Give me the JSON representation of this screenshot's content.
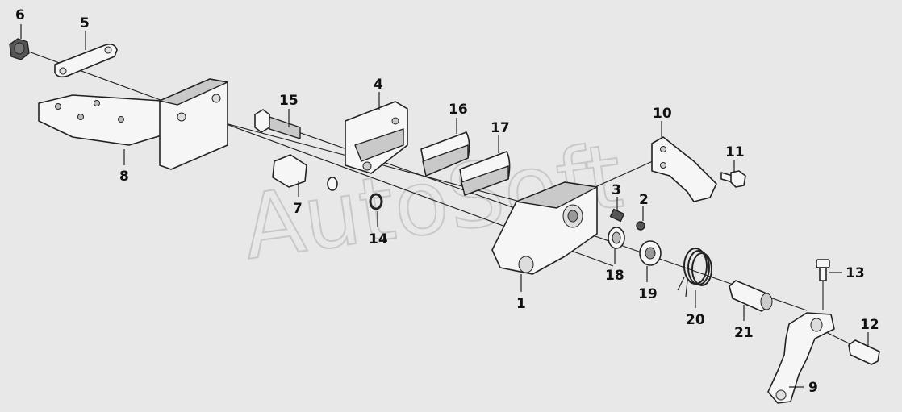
{
  "watermark": "AutoSoft",
  "parts": [
    {
      "id": "part-1",
      "label": "1"
    },
    {
      "id": "part-2",
      "label": "2"
    },
    {
      "id": "part-3",
      "label": "3"
    },
    {
      "id": "part-4",
      "label": "4"
    },
    {
      "id": "part-5",
      "label": "5"
    },
    {
      "id": "part-6",
      "label": "6"
    },
    {
      "id": "part-7",
      "label": "7"
    },
    {
      "id": "part-8",
      "label": "8"
    },
    {
      "id": "part-9",
      "label": "9"
    },
    {
      "id": "part-10",
      "label": "10"
    },
    {
      "id": "part-11",
      "label": "11"
    },
    {
      "id": "part-12",
      "label": "12"
    },
    {
      "id": "part-13",
      "label": "13"
    },
    {
      "id": "part-14",
      "label": "14"
    },
    {
      "id": "part-15",
      "label": "15"
    },
    {
      "id": "part-16",
      "label": "16"
    },
    {
      "id": "part-17",
      "label": "17"
    },
    {
      "id": "part-18",
      "label": "18"
    },
    {
      "id": "part-19",
      "label": "19"
    },
    {
      "id": "part-20",
      "label": "20"
    },
    {
      "id": "part-21",
      "label": "21"
    }
  ]
}
